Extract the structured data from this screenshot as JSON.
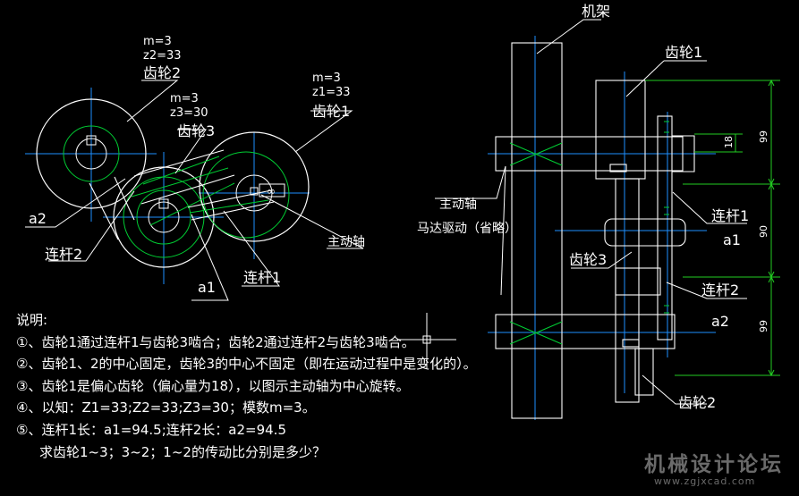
{
  "left_view": {
    "gear2": {
      "m": "m=3",
      "z": "z2=33",
      "name": "齿轮2"
    },
    "gear3": {
      "m": "m=3",
      "z": "z3=30",
      "name": "齿轮3"
    },
    "gear1": {
      "m": "m=3",
      "z": "z1=33",
      "name": "齿轮1"
    },
    "a2": "a2",
    "link2": "连杆2",
    "a1": "a1",
    "link1": "连杆1",
    "drive_shaft": "主动轴",
    "infinity": "∞"
  },
  "right_view": {
    "frame": "机架",
    "gear1": "齿轮1",
    "drive_shaft": "主动轴",
    "motor": "马达驱动（省略）",
    "link1": "连杆1",
    "a1": "a1",
    "gear3": "齿轮3",
    "link2": "连杆2",
    "a2": "a2",
    "gear2": "齿轮2",
    "dim_18": "18",
    "dim_99_top": "99",
    "dim_90": "90",
    "dim_99_bottom": "99"
  },
  "notes": {
    "title": "说明:",
    "lines": [
      "①、齿轮1通过连杆1与齿轮3啮合；齿轮2通过连杆2与齿轮3啮合。",
      "②、齿轮1、2的中心固定，齿轮3的中心不固定（即在运动过程中是变化的）。",
      "③、齿轮1是偏心齿轮（偏心量为18），以图示主动轴为中心旋转。",
      "④、以知：Z1=33;Z2=33;Z3=30；模数m=3。",
      "⑤、连杆1长：a1=94.5;连杆2长：a2=94.5",
      "求齿轮1~3；3~2；1~2的传动比分别是多少？"
    ]
  },
  "watermark": {
    "cn": "机械设计论坛",
    "url": "www.zgjxcad.com"
  },
  "colors": {
    "background": "#000000",
    "lines": "#ffffff",
    "green": "#00cc33",
    "center": "#00aaff",
    "dim": "#22cc22"
  }
}
